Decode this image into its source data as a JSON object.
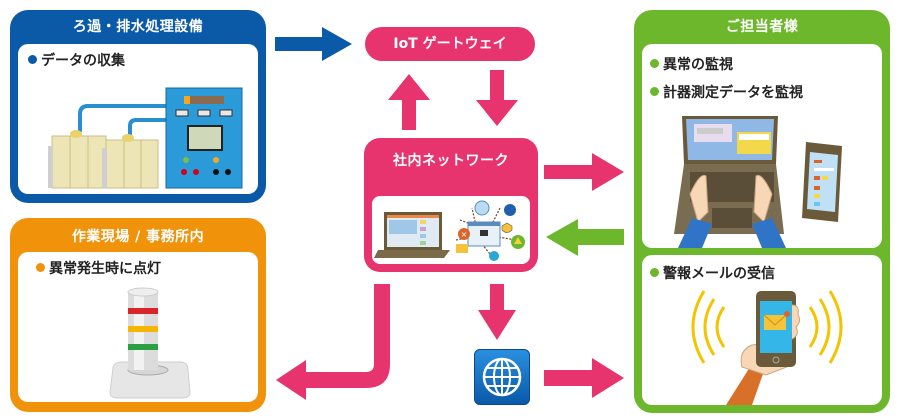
{
  "colors": {
    "blue": "#0a5aa8",
    "orange": "#f0920a",
    "pink": "#e7336e",
    "green": "#6cb72c"
  },
  "filtration": {
    "title": "ろ過・排水処理設備",
    "bullets": [
      "データの収集"
    ]
  },
  "site": {
    "title": "作業現場 / 事務所内",
    "bullets": [
      "異常発生時に点灯"
    ]
  },
  "gateway": {
    "label": "IoT ゲートウェイ"
  },
  "network": {
    "title": "社内ネットワーク"
  },
  "staff": {
    "title": "ご担当者様",
    "bullets_top": [
      "異常の監視",
      "計器測定データを監視"
    ],
    "bullets_bottom": [
      "警報メールの受信"
    ]
  },
  "icons": {
    "internet": "globe-icon",
    "equipment": "control-panel-icon",
    "signal_tower": "signal-tower-light-icon",
    "laptop": "laptop-icon",
    "smartphone": "smartphone-icon",
    "mail": "mail-icon"
  }
}
